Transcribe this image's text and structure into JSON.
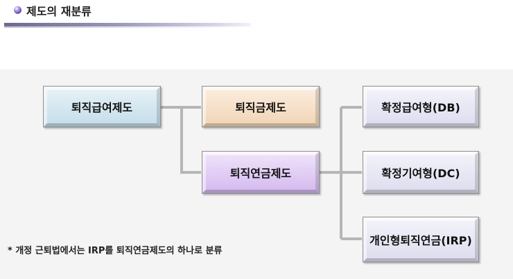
{
  "header": {
    "title": "제도의 재분류"
  },
  "colors": {
    "defined_benefit_box": "#c4dde9",
    "retirement_lump_box": "#f1d4b4",
    "retirement_pension_box": "#d3b8ef",
    "pension_type_box": "#dcdcee",
    "connector": "#b5b5b5",
    "bullet": "#5a38b8"
  },
  "diagram": {
    "nodes": {
      "severance_benefit": "퇴직급여제도",
      "severance_pay": "퇴직금제도",
      "retirement_pension": "퇴직연금제도",
      "db": "확정급여형(DB)",
      "dc": "확정기여형(DC)",
      "irp": "개인형퇴직연금(IRP)"
    },
    "edges": [
      [
        "퇴직급여제도",
        "퇴직금제도"
      ],
      [
        "퇴직급여제도",
        "퇴직연금제도"
      ],
      [
        "퇴직연금제도",
        "확정급여형(DB)"
      ],
      [
        "퇴직연금제도",
        "확정기여형(DC)"
      ],
      [
        "퇴직연금제도",
        "개인형퇴직연금(IRP)"
      ]
    ]
  },
  "note": "* 개정 근퇴법에서는 IRP를 퇴직연금제도의 하나로 분류"
}
